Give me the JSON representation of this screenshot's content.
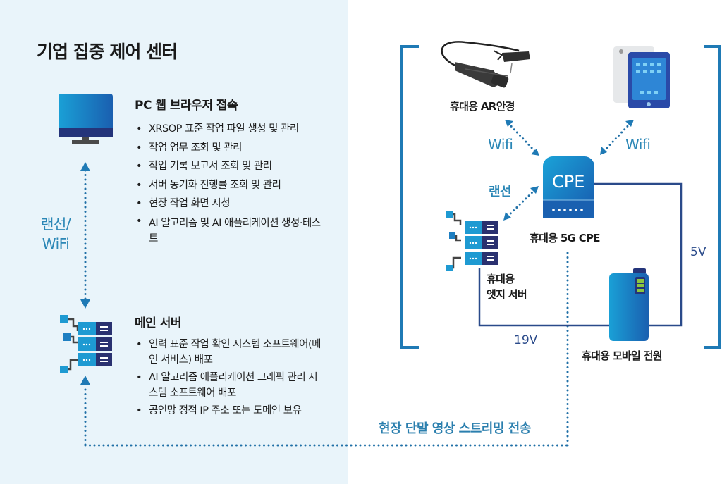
{
  "left_panel": {
    "title": "기업 집중 제어 센터",
    "pc_section": {
      "title": "PC 웹 브라우저 접속",
      "icon": "monitor-icon",
      "items": [
        "XRSOP 표준 작업 파일 생성 및 관리",
        "작업 업무 조회 및 관리",
        "작업 기록 보고서 조회 및 관리",
        "서버 동기화 진행률 조회 및 관리",
        "현장 작업 화면 시청",
        "AI 알고리즘 및 AI 애플리케이션 생성·테스트"
      ]
    },
    "connection_label_line1": "랜선/",
    "connection_label_line2": "WiFi",
    "server_section": {
      "title": "메인 서버",
      "icon": "server-rack-icon",
      "items": [
        "인력 표준 작업 확인 시스템 소프트웨어(메인 서비스) 배포",
        "AI 알고리즘 애플리케이션 그래픽 관리 시스템 소프트웨어 배포",
        "공인망 정적 IP 주소 또는 도메인 보유"
      ]
    }
  },
  "right_panel": {
    "ar_glasses_label": "휴대용 AR안경",
    "ar_glasses_link": "Wifi",
    "tablet_link": "Wifi",
    "lan_label": "랜선",
    "cpe_text": "CPE",
    "cpe_label": "휴대용 5G CPE",
    "edge_server_label_line1": "휴대용",
    "edge_server_label_line2": "엣지 서버",
    "power_label": "휴대용 모바일 전원",
    "voltage_5v": "5V",
    "voltage_19v": "19V"
  },
  "streaming_label": "현장 단말 영상 스트리밍 전송",
  "colors": {
    "accent_blue": "#1f7ab5",
    "label_blue": "#2b87b6",
    "wire_navy": "#2a4a8a",
    "left_bg": "#e9f4fa",
    "battery_green": "#8cc63f"
  }
}
